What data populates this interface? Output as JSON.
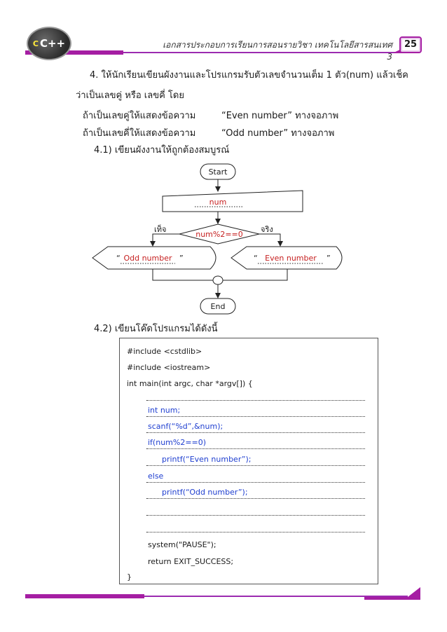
{
  "header": {
    "logo_text": "C++",
    "logo_small": "C",
    "title": "เอกสารประกอบการเรียนการสอนรายวิชา เทคโนโลยีสารสนเทศ 3",
    "page_number": "25",
    "accent_color": "#a51ea3"
  },
  "question": {
    "line1": "4. ให้นักเรียนเขียนผังงานและโปรแกรมรับตัวเลขจำนวนเต็ม 1 ตัว(num) แล้วเช็ค",
    "line2": "ว่าเป็นเลขคู่ หรือ เลขคี่ โดย",
    "cond1_label": "ถ้าเป็นเลขคู่ให้แสดงข้อความ",
    "cond1_value": "“Even number” ทางจอภาพ",
    "cond2_label": "ถ้าเป็นเลขคี่ให้แสดงข้อความ",
    "cond2_value": "“Odd number” ทางจอภาพ",
    "sub1": "4.1) เขียนผังงานให้ถูกต้องสมบูรณ์",
    "sub2": "4.2) เขียนโค๊ดโปรแกรมได้ดังนี้"
  },
  "flowchart": {
    "start": "Start",
    "input": "num",
    "decision": "num%2==0",
    "false_label": "เท็จ",
    "true_label": "จริง",
    "odd_output": "Odd number",
    "even_output": "Even number",
    "quote_open": "“",
    "quote_close": "”",
    "end": "End",
    "answer_color": "#c62020"
  },
  "code": {
    "line1": "#include <cstdlib>",
    "line2": "#include <iostream>",
    "line3": "int main(int argc, char *argv[]) {",
    "answers": [
      "int  num;",
      "scanf(“%d”,&num);",
      "if(num%2==0)",
      "printf(“Even number”);",
      "else",
      "printf(“Odd number”);"
    ],
    "line_system": "system(\"PAUSE\");",
    "line_return": "return EXIT_SUCCESS;",
    "line_close": "}",
    "answer_color": "#1f3fd0"
  }
}
